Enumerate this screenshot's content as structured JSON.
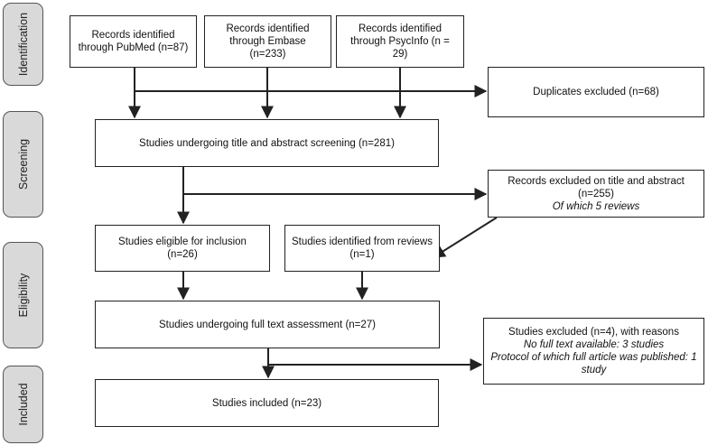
{
  "stages": {
    "identification": "Identification",
    "screening": "Screening",
    "eligibility": "Eligibility",
    "included": "Included"
  },
  "boxes": {
    "pubmed": [
      "Records identified",
      "through PubMed (n=87)"
    ],
    "embase": [
      "Records identified",
      "through Embase (n=233)"
    ],
    "psycinfo": [
      "Records identified",
      "through PsycInfo (n = 29)"
    ],
    "duplicates": "Duplicates excluded (n=68)",
    "screening": "Studies undergoing title and abstract screening (n=281)",
    "excluded_title": {
      "line1": "Records excluded on title and abstract",
      "line2": "(n=255)",
      "note": "Of which 5 reviews"
    },
    "eligible": [
      "Studies eligible for inclusion",
      "(n=26)"
    ],
    "from_reviews": [
      "Studies identified from reviews",
      "(n=1)"
    ],
    "fulltext": "Studies undergoing full text assessment (n=27)",
    "excluded_fulltext": {
      "line1": "Studies excluded (n=4), with reasons",
      "reason1": "No full text available: 3 studies",
      "reason2a": "Protocol of which full article was published: 1",
      "reason2b": "study"
    },
    "included": "Studies included (n=23)"
  }
}
